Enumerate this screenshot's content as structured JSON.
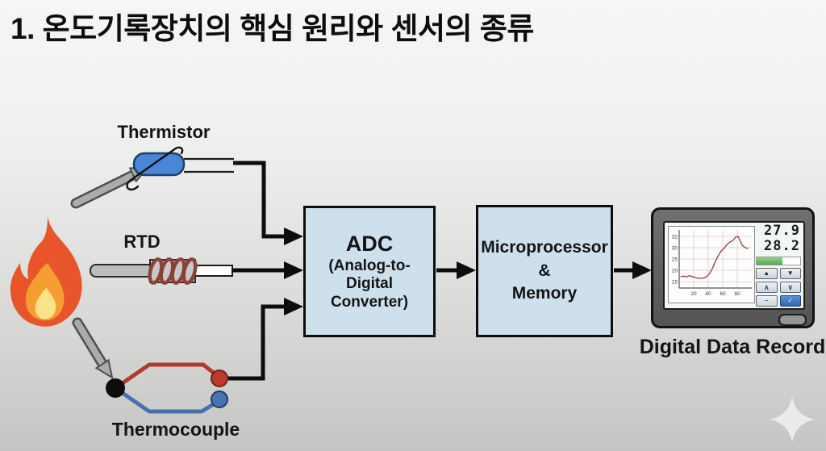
{
  "title": "1. 온도기록장치의 핵심 원리와 센서의 종류",
  "sensors": {
    "thermistor_label": "Thermistor",
    "rtd_label": "RTD",
    "thermocouple_label": "Thermocouple"
  },
  "blocks": {
    "adc_title": "ADC",
    "adc_sub_line1": "(Analog-to-Digital",
    "adc_sub_line2": "Converter)",
    "micro_line1": "Microprocessor",
    "micro_line2": "&",
    "micro_line3": "Memory"
  },
  "recorder": {
    "label": "Digital Data Record",
    "readout_primary": "27.9",
    "readout_secondary": "28.2",
    "progress_percent": 60,
    "buttons": {
      "up_small": "▲",
      "down_small": "▼",
      "up_chevron": "∧",
      "down_chevron": "∨",
      "minus": "−",
      "enter": "✓"
    }
  },
  "chart_data": {
    "type": "line",
    "title": "",
    "xlabel": "",
    "ylabel": "",
    "yticks": [
      "32",
      "30",
      "25",
      "20",
      "15"
    ],
    "xticks": [
      "20",
      "40",
      "60",
      "80"
    ],
    "xlim": [
      0,
      100
    ],
    "grid": true,
    "legend": false,
    "line_color": "#9a4a42",
    "points": [
      [
        2,
        17.2
      ],
      [
        6,
        17.4
      ],
      [
        10,
        17.1
      ],
      [
        14,
        17.6
      ],
      [
        18,
        17.2
      ],
      [
        23,
        16.7
      ],
      [
        28,
        16.4
      ],
      [
        33,
        16.5
      ],
      [
        38,
        17.2
      ],
      [
        42,
        18.6
      ],
      [
        46,
        21.0
      ],
      [
        50,
        24.0
      ],
      [
        54,
        26.6
      ],
      [
        58,
        28.6
      ],
      [
        62,
        29.8
      ],
      [
        66,
        30.6
      ],
      [
        70,
        31.0
      ],
      [
        74,
        31.3
      ],
      [
        78,
        31.9
      ],
      [
        81,
        32.0
      ],
      [
        84,
        31.2
      ],
      [
        87,
        30.4
      ],
      [
        91,
        30.0
      ],
      [
        95,
        29.6
      ]
    ]
  },
  "colors": {
    "block_fill": "#cfe0ed",
    "block_border": "#0d0d0d",
    "flame_outer": "#e8552b",
    "flame_inner": "#f59d31",
    "flame_core": "#f9e38a",
    "thermistor_blue": "#4a86d8",
    "rtd_coil": "#8a4238",
    "thermocouple_red": "#bf3a2b",
    "thermocouple_blue": "#4a73b2",
    "recorder_body": "#5f5f5f",
    "progress_green": "#57a851"
  }
}
